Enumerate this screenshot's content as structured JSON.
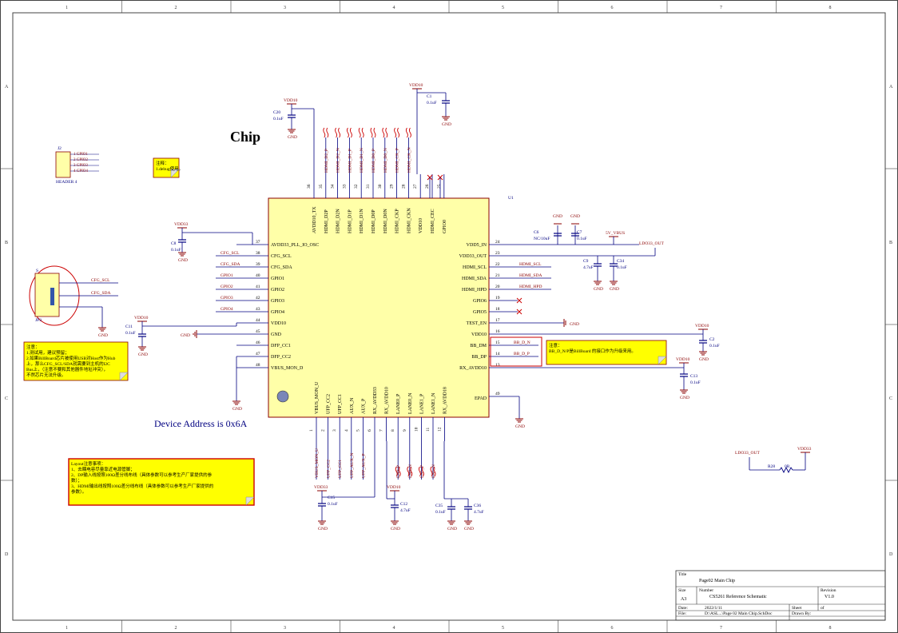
{
  "header": {
    "title": "Chip",
    "device_address": "Device Address is 0x6A",
    "chip_ref": "U1"
  },
  "border": {
    "cols": [
      "1",
      "2",
      "3",
      "4",
      "5",
      "6",
      "7",
      "8"
    ],
    "rows": [
      "A",
      "B",
      "C",
      "D"
    ]
  },
  "left_pins": [
    {
      "num": "37",
      "name": "AVDD33_PLL_IO_OSC"
    },
    {
      "num": "38",
      "name": "CFG_SCL"
    },
    {
      "num": "39",
      "name": "CFG_SDA"
    },
    {
      "num": "40",
      "name": "GPIO1"
    },
    {
      "num": "41",
      "name": "GPIO2"
    },
    {
      "num": "42",
      "name": "GPIO3"
    },
    {
      "num": "43",
      "name": "GPIO4"
    },
    {
      "num": "44",
      "name": "VDD10"
    },
    {
      "num": "45",
      "name": "GND"
    },
    {
      "num": "46",
      "name": "DFP_CC1"
    },
    {
      "num": "47",
      "name": "DFP_CC2"
    },
    {
      "num": "48",
      "name": "VBUS_MON_D"
    }
  ],
  "left_nets": [
    "",
    "CFG_SCL",
    "CFG_SDA",
    "GPIO1",
    "GPIO2",
    "GPIO3",
    "GPIO4",
    "",
    "",
    "",
    "",
    ""
  ],
  "right_pins": [
    {
      "num": "24",
      "name": "VDD5_IN"
    },
    {
      "num": "23",
      "name": "VDD33_OUT"
    },
    {
      "num": "22",
      "name": "HDMI_SCL"
    },
    {
      "num": "21",
      "name": "HDMI_SDA"
    },
    {
      "num": "20",
      "name": "HDMI_HPD"
    },
    {
      "num": "19",
      "name": "GPIO6"
    },
    {
      "num": "18",
      "name": "GPIO5"
    },
    {
      "num": "17",
      "name": "TEST_EN"
    },
    {
      "num": "16",
      "name": "VDD10"
    },
    {
      "num": "15",
      "name": "BB_DM"
    },
    {
      "num": "14",
      "name": "BB_DP"
    },
    {
      "num": "13",
      "name": "RX_AVDD10"
    }
  ],
  "right_nets": [
    "",
    "",
    "HDMI_SCL",
    "HDMI_SDA",
    "HDMI_HPD",
    "",
    "",
    "",
    "",
    "BB_D_N",
    "BB_D_P",
    ""
  ],
  "top_pins": [
    {
      "num": "36",
      "name": "AVDD10_TX"
    },
    {
      "num": "35",
      "name": "HDMI_D2P"
    },
    {
      "num": "34",
      "name": "HDMI_D2N"
    },
    {
      "num": "33",
      "name": "HDMI_D1P"
    },
    {
      "num": "32",
      "name": "HDMI_D1N"
    },
    {
      "num": "31",
      "name": "HDMI_D0P"
    },
    {
      "num": "30",
      "name": "HDMI_D0N"
    },
    {
      "num": "29",
      "name": "HDMI_CKP"
    },
    {
      "num": "28",
      "name": "HDMI_CKN"
    },
    {
      "num": "27",
      "name": "VDD10"
    },
    {
      "num": "26",
      "name": "HDMI_CEC"
    },
    {
      "num": "25",
      "name": "GPIO0"
    }
  ],
  "top_nets": [
    "",
    "HDMI_D2_P",
    "HDMI_D2_N",
    "HDMI_D1_P",
    "HDMI_D1_N",
    "HDMI_D0_P",
    "HDMI_D0_N",
    "HDMI_CK_P",
    "HDMI_CK_N",
    "",
    "",
    ""
  ],
  "bottom_pins": [
    {
      "num": "1",
      "name": "VBUS_MON_U"
    },
    {
      "num": "2",
      "name": "UFP_CC2"
    },
    {
      "num": "3",
      "name": "UFP_CC1"
    },
    {
      "num": "4",
      "name": "AUX_N"
    },
    {
      "num": "5",
      "name": "AUX_P"
    },
    {
      "num": "6",
      "name": "RX_AVDD33"
    },
    {
      "num": "7",
      "name": "RX_AVDD10"
    },
    {
      "num": "8",
      "name": "LANE0_P"
    },
    {
      "num": "9",
      "name": "LANE0_N"
    },
    {
      "num": "10",
      "name": "LANE1_P"
    },
    {
      "num": "11",
      "name": "LANE1_N"
    },
    {
      "num": "12",
      "name": "RX_AVDD18"
    }
  ],
  "bottom_nets": [
    "VBUS_MON_U",
    "UFP_CC2",
    "UFP_CC1",
    "UFP_AUX_N",
    "UFP_AUX_P",
    "",
    "",
    "LN0_P",
    "LN0_N",
    "LN1_P",
    "LN1_N",
    ""
  ],
  "epad": {
    "num": "49",
    "name": "EPAD"
  },
  "power": {
    "vdd10": "VDD10",
    "vdd33": "VDD33",
    "gnd": "GND",
    "vbus": "5V_VBUS",
    "ldo": "LDO33_OUT"
  },
  "caps": {
    "c20": {
      "ref": "C20",
      "val": "0.1uF"
    },
    "c1": {
      "ref": "C1",
      "val": "0.1uF"
    },
    "c8": {
      "ref": "C8",
      "val": "0.1uF"
    },
    "c11": {
      "ref": "C11",
      "val": "0.1uF"
    },
    "c6": {
      "ref": "C6",
      "val": "NC/10uF"
    },
    "c7": {
      "ref": "C7",
      "val": "0.1uF"
    },
    "c9": {
      "ref": "C9",
      "val": "4.7uF"
    },
    "c34": {
      "ref": "C34",
      "val": "0.1uF"
    },
    "c2": {
      "ref": "C2",
      "val": "0.1uF"
    },
    "c13": {
      "ref": "C13",
      "val": "0.1uF"
    },
    "c15": {
      "ref": "C15",
      "val": "0.1uF"
    },
    "c12": {
      "ref": "C12",
      "val": "4.7uF"
    },
    "c35": {
      "ref": "C35",
      "val": "0.1uF"
    },
    "c36": {
      "ref": "C36",
      "val": "4.7uF"
    }
  },
  "resistor": {
    "ref": "R28",
    "val": "0R"
  },
  "header4": {
    "ref": "J2",
    "name": "HEADER 4",
    "pins": [
      "1 GPIO1",
      "2 GPIO2",
      "3 GPIO3",
      "4 GPIO4"
    ]
  },
  "jp3": {
    "ref": "JP3",
    "pin_s": "S"
  },
  "notes": {
    "debug": [
      "注释：",
      "1.debug使用。"
    ],
    "cfg": [
      "注意：",
      "1.测试用，建议预留；",
      "2.如果BillBoard芯片被使用USB对Host作为Hub",
      "上，那么CFG_SCL/SDA就需要到主机的I2C",
      "Bus上，（注意不要和其他器件地址冲突），",
      "不然芯片无法升级。"
    ],
    "bb": [
      "注意：",
      "BB_D_N/P是BillBoard 的接口作为升级来用。"
    ],
    "layout": [
      "Layout注意事项：",
      "1、去耦电容尽量靠近电源管脚；",
      "2、DP输入线按照100Ω差分线布线（具体参数可以参考生产厂家提供的参",
      "数）；",
      "3、HDMI输出线按照100Ω差分线布线（具体参数可以参考生产厂家提供的",
      "参数）。"
    ]
  },
  "title_block": {
    "title_label": "Title",
    "title": "Page02 Main Chip",
    "size_label": "Size",
    "size": "A3",
    "number_label": "Number",
    "number": "CS5261 Reference Schematic",
    "revision_label": "Revision",
    "revision": "V1.0",
    "date_label": "Date:",
    "date": "2022/1/11",
    "sheet_label": "Sheet",
    "of_label": "of",
    "file_label": "File:",
    "file": "D:\\ASL...\\Page 02 Main Chip.SchDoc",
    "drawn_label": "Drawn By:"
  }
}
